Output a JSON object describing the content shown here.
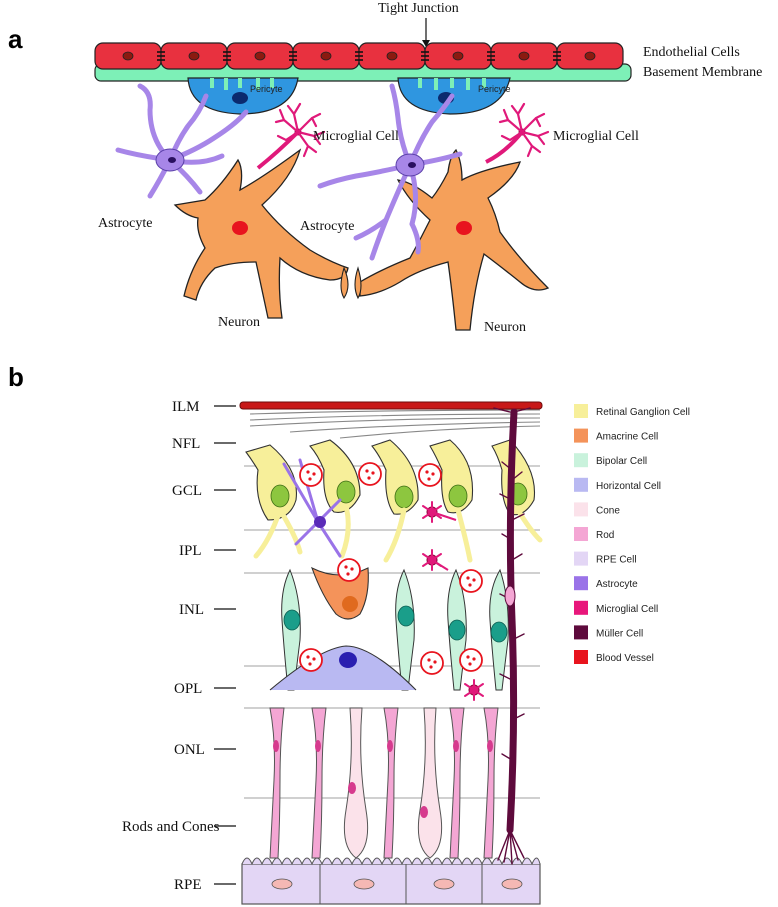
{
  "panel_a": {
    "letter": "a",
    "tight_junction": "Tight Junction",
    "endothelial": "Endothelial Cells",
    "basement": "Basement Membrane",
    "pericyte": "Pericyte",
    "microglial": "Microglial Cell",
    "astrocyte": "Astrocyte",
    "neuron": "Neuron"
  },
  "panel_b": {
    "letter": "b",
    "layers": [
      "ILM",
      "NFL",
      "GCL",
      "IPL",
      "INL",
      "OPL",
      "ONL",
      "Rods and Cones",
      "RPE"
    ]
  },
  "legend": [
    {
      "label": "Retinal Ganglion Cell",
      "color": "#f7ef9a"
    },
    {
      "label": "Amacrine Cell",
      "color": "#f4935a"
    },
    {
      "label": "Bipolar Cell",
      "color": "#c9f2dc"
    },
    {
      "label": "Horizontal Cell",
      "color": "#b9b9f2"
    },
    {
      "label": "Cone",
      "color": "#fbe2ea"
    },
    {
      "label": "Rod",
      "color": "#f4a6d4"
    },
    {
      "label": "RPE Cell",
      "color": "#e3d6f5"
    },
    {
      "label": "Astrocyte",
      "color": "#9a73e8"
    },
    {
      "label": "Microglial Cell",
      "color": "#e8177b"
    },
    {
      "label": "Müller Cell",
      "color": "#5e0a3c"
    },
    {
      "label": "Blood Vessel",
      "color": "#e8141e"
    }
  ],
  "colors": {
    "endothelial": "#e8313f",
    "nucleus_dark": "#8b1a10",
    "basement": "#7df0b7",
    "pericyte": "#2f96e0",
    "pericyte_nucleus": "#0b2a6e",
    "astrocyte": "#a786e8",
    "microglia": "#e0197a",
    "neuron": "#f5a05a",
    "neuron_nucleus": "#e8141e",
    "ganglion": "#f7ef9a",
    "ganglion_nucleus": "#8dc63f",
    "bipolar": "#c9f2dc",
    "bipolar_nucleus": "#1a9e8a",
    "amacrine": "#f4935a",
    "horizontal": "#b9b9f2",
    "horizontal_nucleus": "#2a1fb0",
    "rod": "#f4a6d4",
    "cone": "#fbe2ea",
    "rpe": "#e3d6f5",
    "muller": "#5e0a3c",
    "vessel": "#c81818"
  }
}
